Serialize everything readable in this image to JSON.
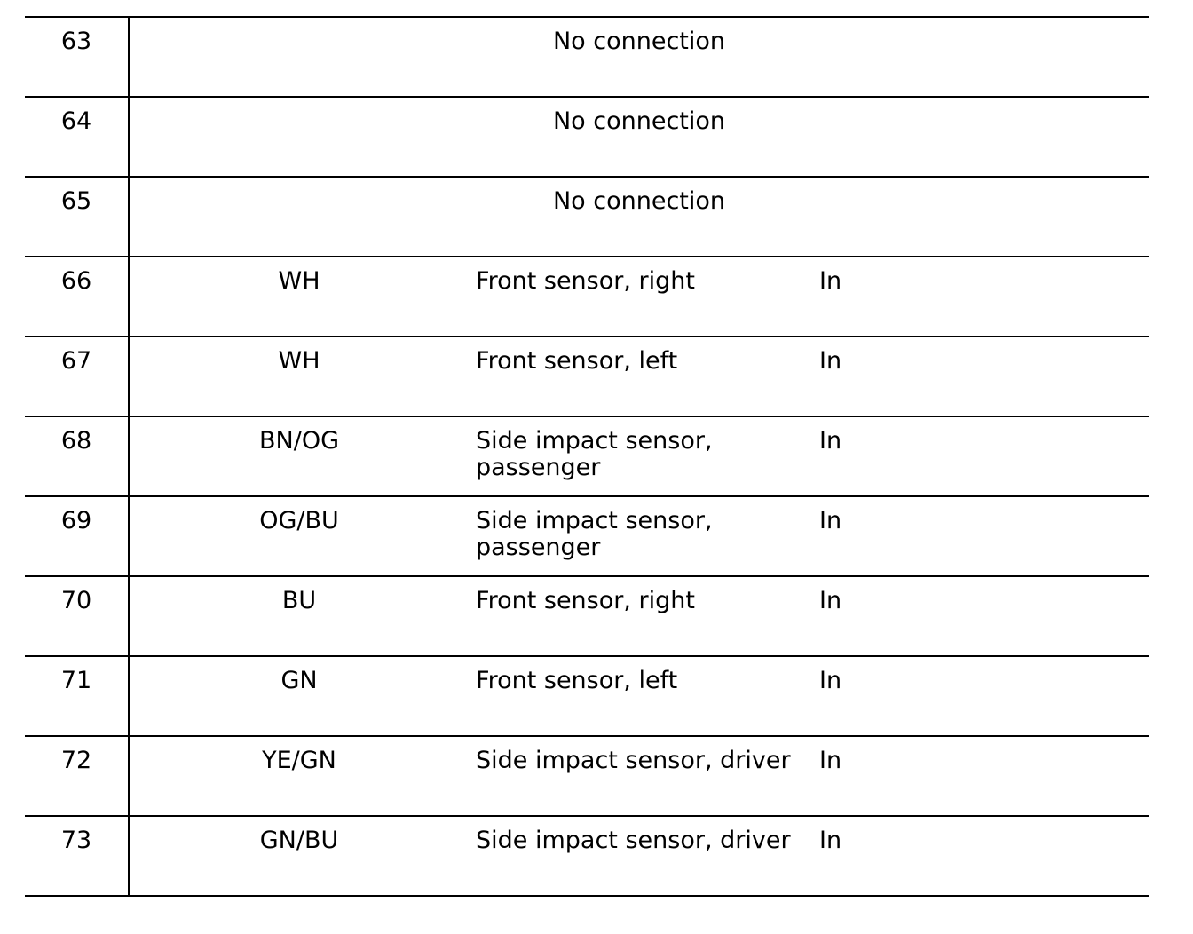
{
  "rows": [
    {
      "pin": "63",
      "note": "No connection"
    },
    {
      "pin": "64",
      "note": "No connection"
    },
    {
      "pin": "65",
      "note": "No connection"
    },
    {
      "pin": "66",
      "wire": "WH",
      "function": "Front sensor, right",
      "direction": "In"
    },
    {
      "pin": "67",
      "wire": "WH",
      "function": "Front sensor, left",
      "direction": "In"
    },
    {
      "pin": "68",
      "wire": "BN/OG",
      "function": "Side impact sensor, passenger",
      "direction": "In"
    },
    {
      "pin": "69",
      "wire": "OG/BU",
      "function": "Side impact sensor, passenger",
      "direction": "In"
    },
    {
      "pin": "70",
      "wire": "BU",
      "function": "Front sensor, right",
      "direction": "In"
    },
    {
      "pin": "71",
      "wire": "GN",
      "function": "Front sensor, left",
      "direction": "In"
    },
    {
      "pin": "72",
      "wire": "YE/GN",
      "function": "Side impact sensor, driver",
      "direction": "In"
    },
    {
      "pin": "73",
      "wire": "GN/BU",
      "function": "Side impact sensor, driver",
      "direction": "In"
    }
  ]
}
